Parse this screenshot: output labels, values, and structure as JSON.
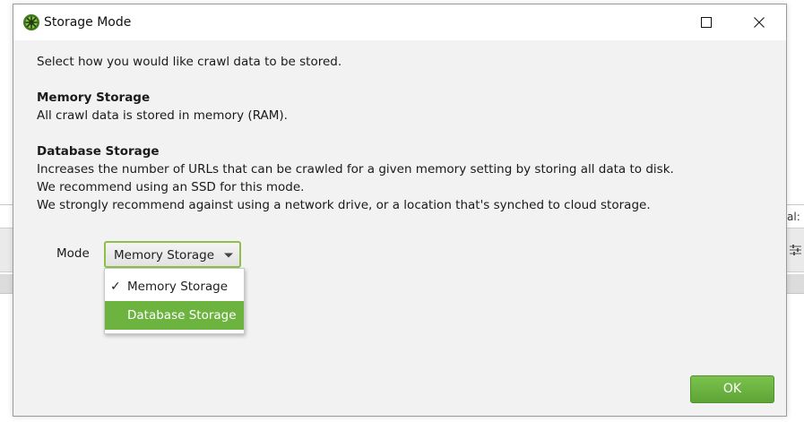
{
  "background": {
    "partial_label": "al: ("
  },
  "window": {
    "title": "Storage Mode",
    "icon": "spider-logo-icon",
    "controls": {
      "minimize": "minimize-icon",
      "maximize": "maximize-icon",
      "close": "close-icon"
    }
  },
  "intro": "Select how you would like crawl data to be stored.",
  "sections": {
    "memory": {
      "heading": "Memory Storage",
      "description": "All crawl data is stored in memory (RAM)."
    },
    "database": {
      "heading": "Database Storage",
      "lines": [
        "Increases the number of URLs that can be crawled for a given memory setting by storing all data to disk.",
        "We recommend using an SSD for this mode.",
        "We strongly recommend against using a network drive, or a location that's synched to cloud storage."
      ]
    }
  },
  "mode": {
    "label": "Mode",
    "selected": "Memory Storage",
    "options": [
      {
        "label": "Memory Storage",
        "checked": true,
        "check_mark": "✓"
      },
      {
        "label": "Database Storage",
        "highlighted": true
      }
    ]
  },
  "footer": {
    "ok_label": "OK"
  },
  "colors": {
    "accent": "#6db33f",
    "focus_border": "#8cc04a",
    "dialog_bg": "#f2f2f2"
  }
}
